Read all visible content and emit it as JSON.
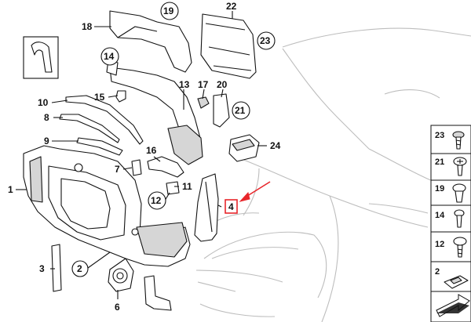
{
  "callouts": [
    {
      "id": "c1",
      "label": "1"
    },
    {
      "id": "c2",
      "label": "2"
    },
    {
      "id": "c3",
      "label": "3"
    },
    {
      "id": "c4",
      "label": "4"
    },
    {
      "id": "c6",
      "label": "6"
    },
    {
      "id": "c7",
      "label": "7"
    },
    {
      "id": "c8",
      "label": "8"
    },
    {
      "id": "c9",
      "label": "9"
    },
    {
      "id": "c10",
      "label": "10"
    },
    {
      "id": "c11",
      "label": "11"
    },
    {
      "id": "c12",
      "label": "12"
    },
    {
      "id": "c13",
      "label": "13"
    },
    {
      "id": "c14",
      "label": "14"
    },
    {
      "id": "c15",
      "label": "15"
    },
    {
      "id": "c16",
      "label": "16"
    },
    {
      "id": "c17",
      "label": "17"
    },
    {
      "id": "c18",
      "label": "18"
    },
    {
      "id": "c19",
      "label": "19"
    },
    {
      "id": "c20",
      "label": "20"
    },
    {
      "id": "c21",
      "label": "21"
    },
    {
      "id": "c22",
      "label": "22"
    },
    {
      "id": "c23",
      "label": "23"
    },
    {
      "id": "c24",
      "label": "24"
    }
  ],
  "legend": [
    {
      "label": "23",
      "icon": "screw-icon"
    },
    {
      "label": "21",
      "icon": "cross-screw-icon"
    },
    {
      "label": "19",
      "icon": "expanding-rivet-icon"
    },
    {
      "label": "14",
      "icon": "push-rivet-icon"
    },
    {
      "label": "12",
      "icon": "bolt-icon"
    },
    {
      "label": "2",
      "icon": "clip-nut-icon"
    }
  ],
  "highlight": {
    "target": "4",
    "color": "#e8262b"
  },
  "colors": {
    "line": "#111111",
    "car_outline": "#bdbdbd",
    "accent": "#e8262b"
  }
}
